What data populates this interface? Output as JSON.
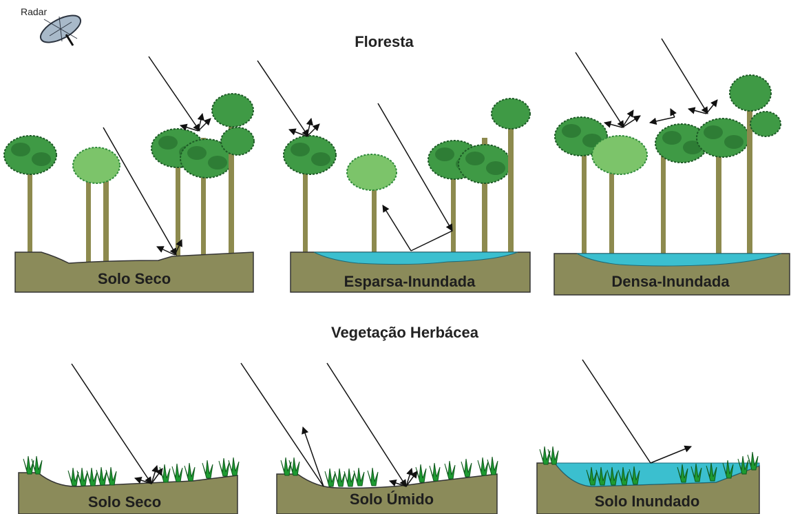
{
  "radar_label": "Radar",
  "forest": {
    "title": "Floresta",
    "panels": [
      {
        "label": "Solo Seco"
      },
      {
        "label": "Esparsa-Inundada"
      },
      {
        "label": "Densa-Inundada"
      }
    ]
  },
  "herb": {
    "title": "Vegetação Herbácea",
    "panels": [
      {
        "label": "Solo Seco"
      },
      {
        "label": "Solo Úmido"
      },
      {
        "label": "Solo Inundado"
      }
    ]
  },
  "colors": {
    "soil": "#8b8b5a",
    "water": "#3bbfcf",
    "leaf_dark": "#2f8a3a",
    "leaf_light": "#7cc46a",
    "trunk": "#8d8a4e",
    "grass": "#1e9a32",
    "radar": "#a8b9c9"
  }
}
